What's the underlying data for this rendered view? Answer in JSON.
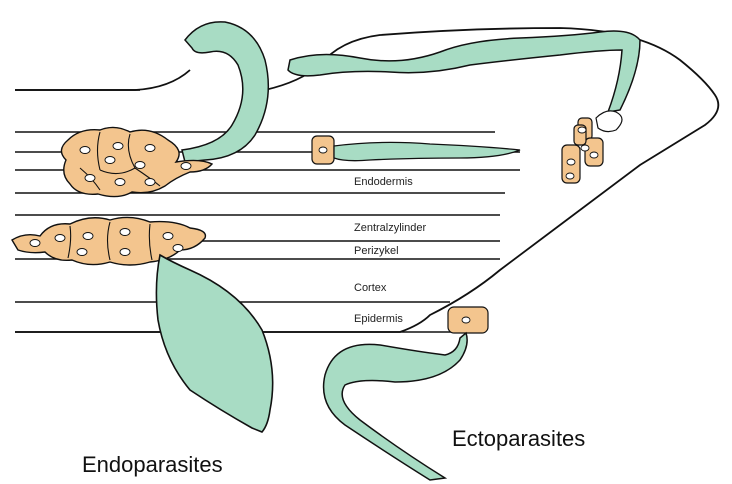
{
  "labels": {
    "endodermis": "Endodermis",
    "zentralzylinder": "Zentralzylinder",
    "perizykel": "Perizykel",
    "cortex": "Cortex",
    "epidermis": "Epidermis",
    "endoparasites": "Endoparasites",
    "ectoparasites": "Ectoparasites"
  },
  "colors": {
    "nematode": "#a8dcc4",
    "cell": "#f3c58e",
    "outline": "#111111",
    "background": "#ffffff"
  }
}
